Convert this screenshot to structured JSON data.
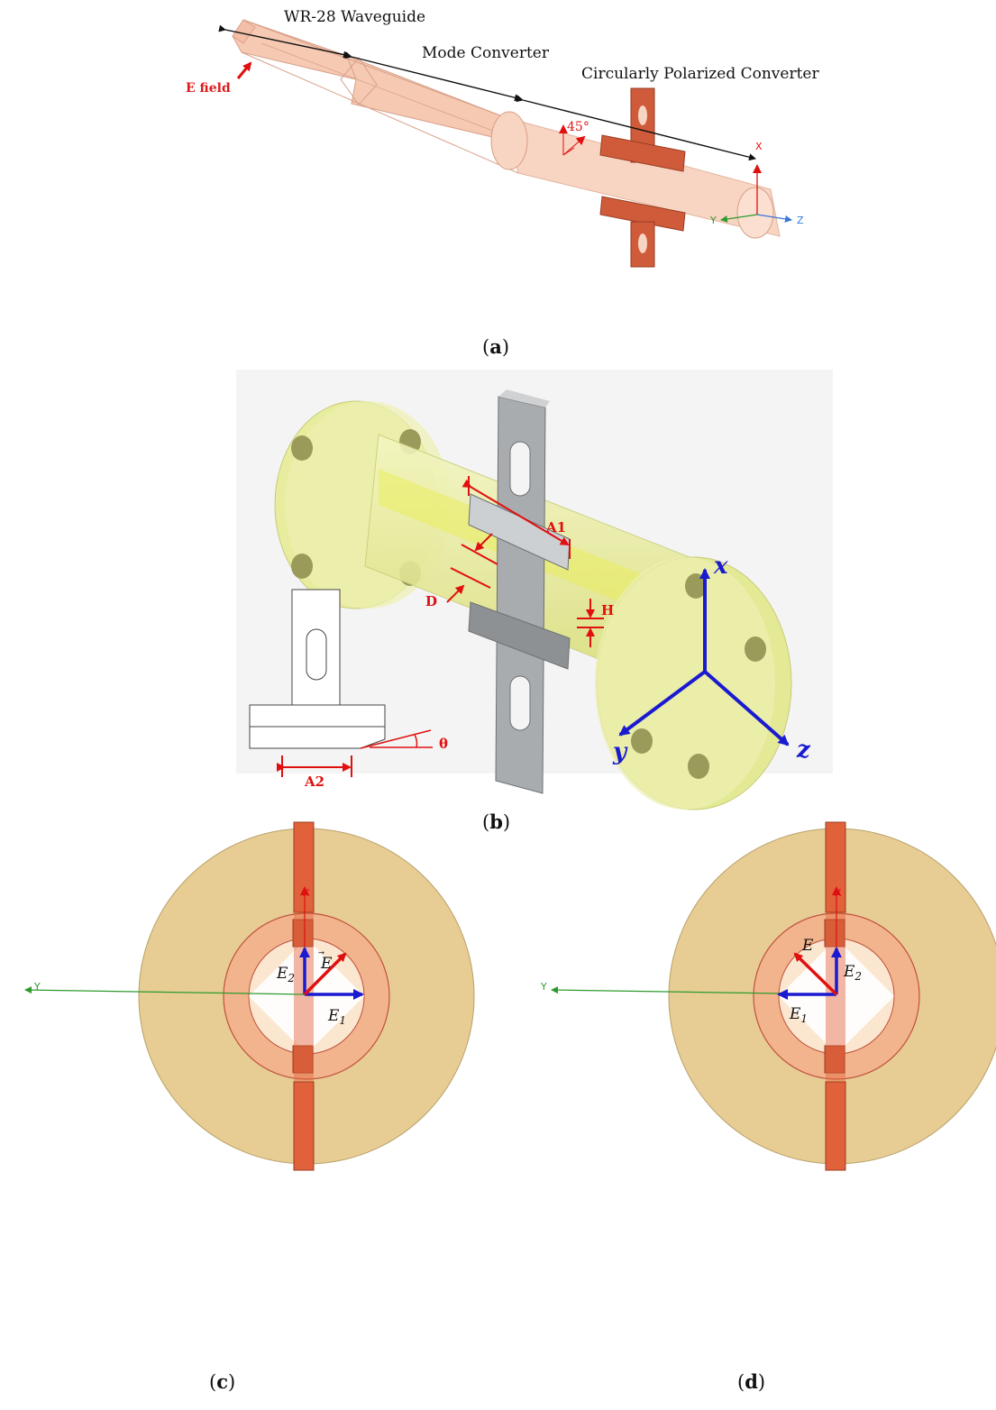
{
  "panel_a": {
    "label_waveguide": "WR-28 Waveguide",
    "label_mode": "Mode Converter",
    "label_circular": "Circularly Polarized Converter",
    "label_efield": "E field",
    "label_angle": "45°",
    "axis_x": "X",
    "axis_y": "Y",
    "axis_z": "Z",
    "caption": "a"
  },
  "panel_b": {
    "dim_a1": "A1",
    "dim_d": "D",
    "dim_h": "H",
    "dim_a2": "A2",
    "dim_theta": "θ",
    "axis_x": "x",
    "axis_y": "y",
    "axis_z": "z",
    "caption": "b"
  },
  "panel_c": {
    "axis_x": "X",
    "axis_y": "Y",
    "vec_e": "E",
    "vec_e1": "E",
    "vec_e1_sub": "1",
    "vec_e2": "E",
    "vec_e2_sub": "2",
    "caption": "c"
  },
  "panel_d": {
    "axis_x": "X",
    "axis_y": "Y",
    "vec_e": "E",
    "vec_e1": "E",
    "vec_e1_sub": "1",
    "vec_e2": "E",
    "vec_e2_sub": "2",
    "caption": "d"
  },
  "colors": {
    "copper": "#cf5b3a",
    "pink": "#f6c9b3",
    "tan": "#e7cd93",
    "green_yellow": "#e5ea8c",
    "blue": "#1a1ad0",
    "red": "#e01010",
    "green": "#2e9a2e"
  }
}
